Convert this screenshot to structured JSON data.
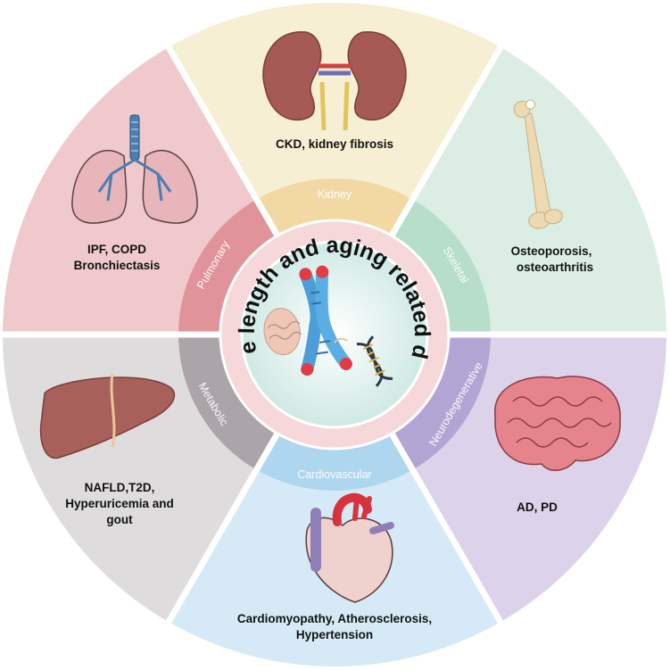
{
  "center": {
    "title": "Telomere length and aging related diseases"
  },
  "sectors": [
    {
      "id": "kidney",
      "category": "Kidney",
      "diseases": [
        "CKD, kidney fibrosis"
      ],
      "icon": "kidneys-icon",
      "outer_color": "#F7EFD3",
      "inner_color": "#F2D9A4"
    },
    {
      "id": "skeletal",
      "category": "Skeletal",
      "diseases": [
        "Osteoporosis,",
        "osteoarthritis"
      ],
      "icon": "femur-bone-icon",
      "outer_color": "#DCEEE4",
      "inner_color": "#B6DECB"
    },
    {
      "id": "neurodegenerative",
      "category": "Neurodegenerative",
      "diseases": [
        "AD, PD"
      ],
      "icon": "brain-icon",
      "outer_color": "#DCD2EA",
      "inner_color": "#B3A5D3"
    },
    {
      "id": "cardiovascular",
      "category": "Cardiovascular",
      "diseases": [
        "Cardiomyopathy, Atherosclerosis,",
        "Hypertension"
      ],
      "icon": "heart-icon",
      "outer_color": "#D6E9F6",
      "inner_color": "#AFD6EF"
    },
    {
      "id": "metabolic",
      "category": "Metabolic",
      "diseases": [
        "NAFLD,T2D,",
        "Hyperuricemia and",
        "gout"
      ],
      "icon": "liver-icon",
      "outer_color": "#DEDCDD",
      "inner_color": "#ABA4A9"
    },
    {
      "id": "pulmonary",
      "category": "Pulmonary",
      "diseases": [
        "IPF, COPD",
        "Bronchiectasis"
      ],
      "icon": "lungs-icon",
      "outer_color": "#F0C9CD",
      "inner_color": "#E0939A"
    }
  ],
  "colors": {
    "center_ring": "#F6D8DA",
    "center_disc": "#D7EDEA",
    "separator": "#ffffff"
  }
}
